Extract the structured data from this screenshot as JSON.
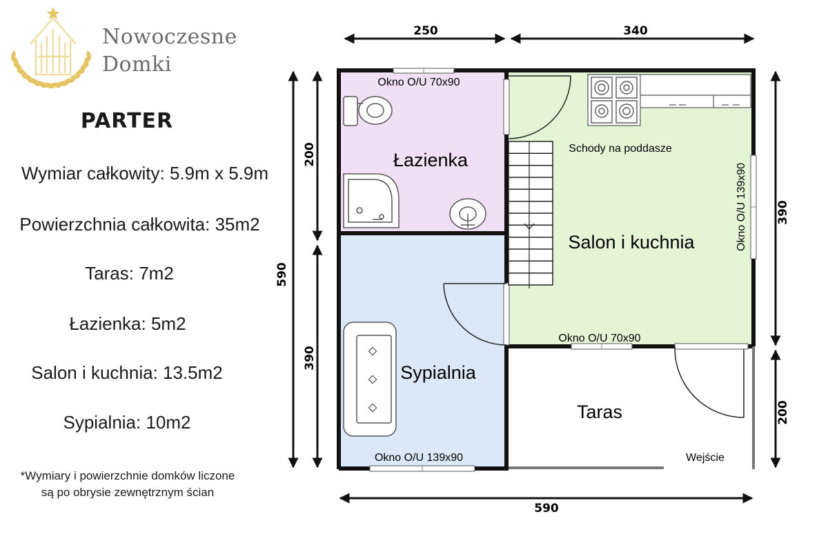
{
  "brand": {
    "line1": "Nowoczesne",
    "line2": "Domki",
    "wreath_color": "#e6c462",
    "house_color": "#f0dfa0"
  },
  "floor_title": "PARTER",
  "stats": {
    "total_dimensions": "Wymiar całkowity: 5.9m x 5.9m",
    "total_area": "Powierzchnia całkowita: 35m2",
    "terrace": "Taras: 7m2",
    "bathroom": "Łazienka: 5m2",
    "living_kitchen": "Salon i kuchnia: 13.5m2",
    "bedroom": "Sypialnia: 10m2"
  },
  "footnote": {
    "line1": "*Wymiary i powierzchnie domków liczone",
    "line2": "są po obrysie zewnętrznym ścian"
  },
  "rooms": {
    "bathroom": {
      "name": "Łazienka",
      "color": "#f1dff6"
    },
    "living": {
      "name": "Salon i kuchnia",
      "color": "#e4f5d6"
    },
    "bedroom": {
      "name": "Sypialnia",
      "color": "#dbe8f8"
    },
    "terrace": {
      "name": "Taras"
    }
  },
  "labels": {
    "window_bathroom": "Okno O/U 70x90",
    "window_living_right": "Okno O/U 139x90",
    "window_living_bottom": "Okno O/U 70x90",
    "window_bedroom": "Okno O/U 139x90",
    "stairs": "Schody na poddasze",
    "entrance": "Wejście"
  },
  "dimensions": {
    "top_left": "250",
    "top_right": "340",
    "left_total": "590",
    "left_upper": "200",
    "left_lower": "390",
    "right_upper": "390",
    "right_lower": "200",
    "bottom": "590"
  }
}
